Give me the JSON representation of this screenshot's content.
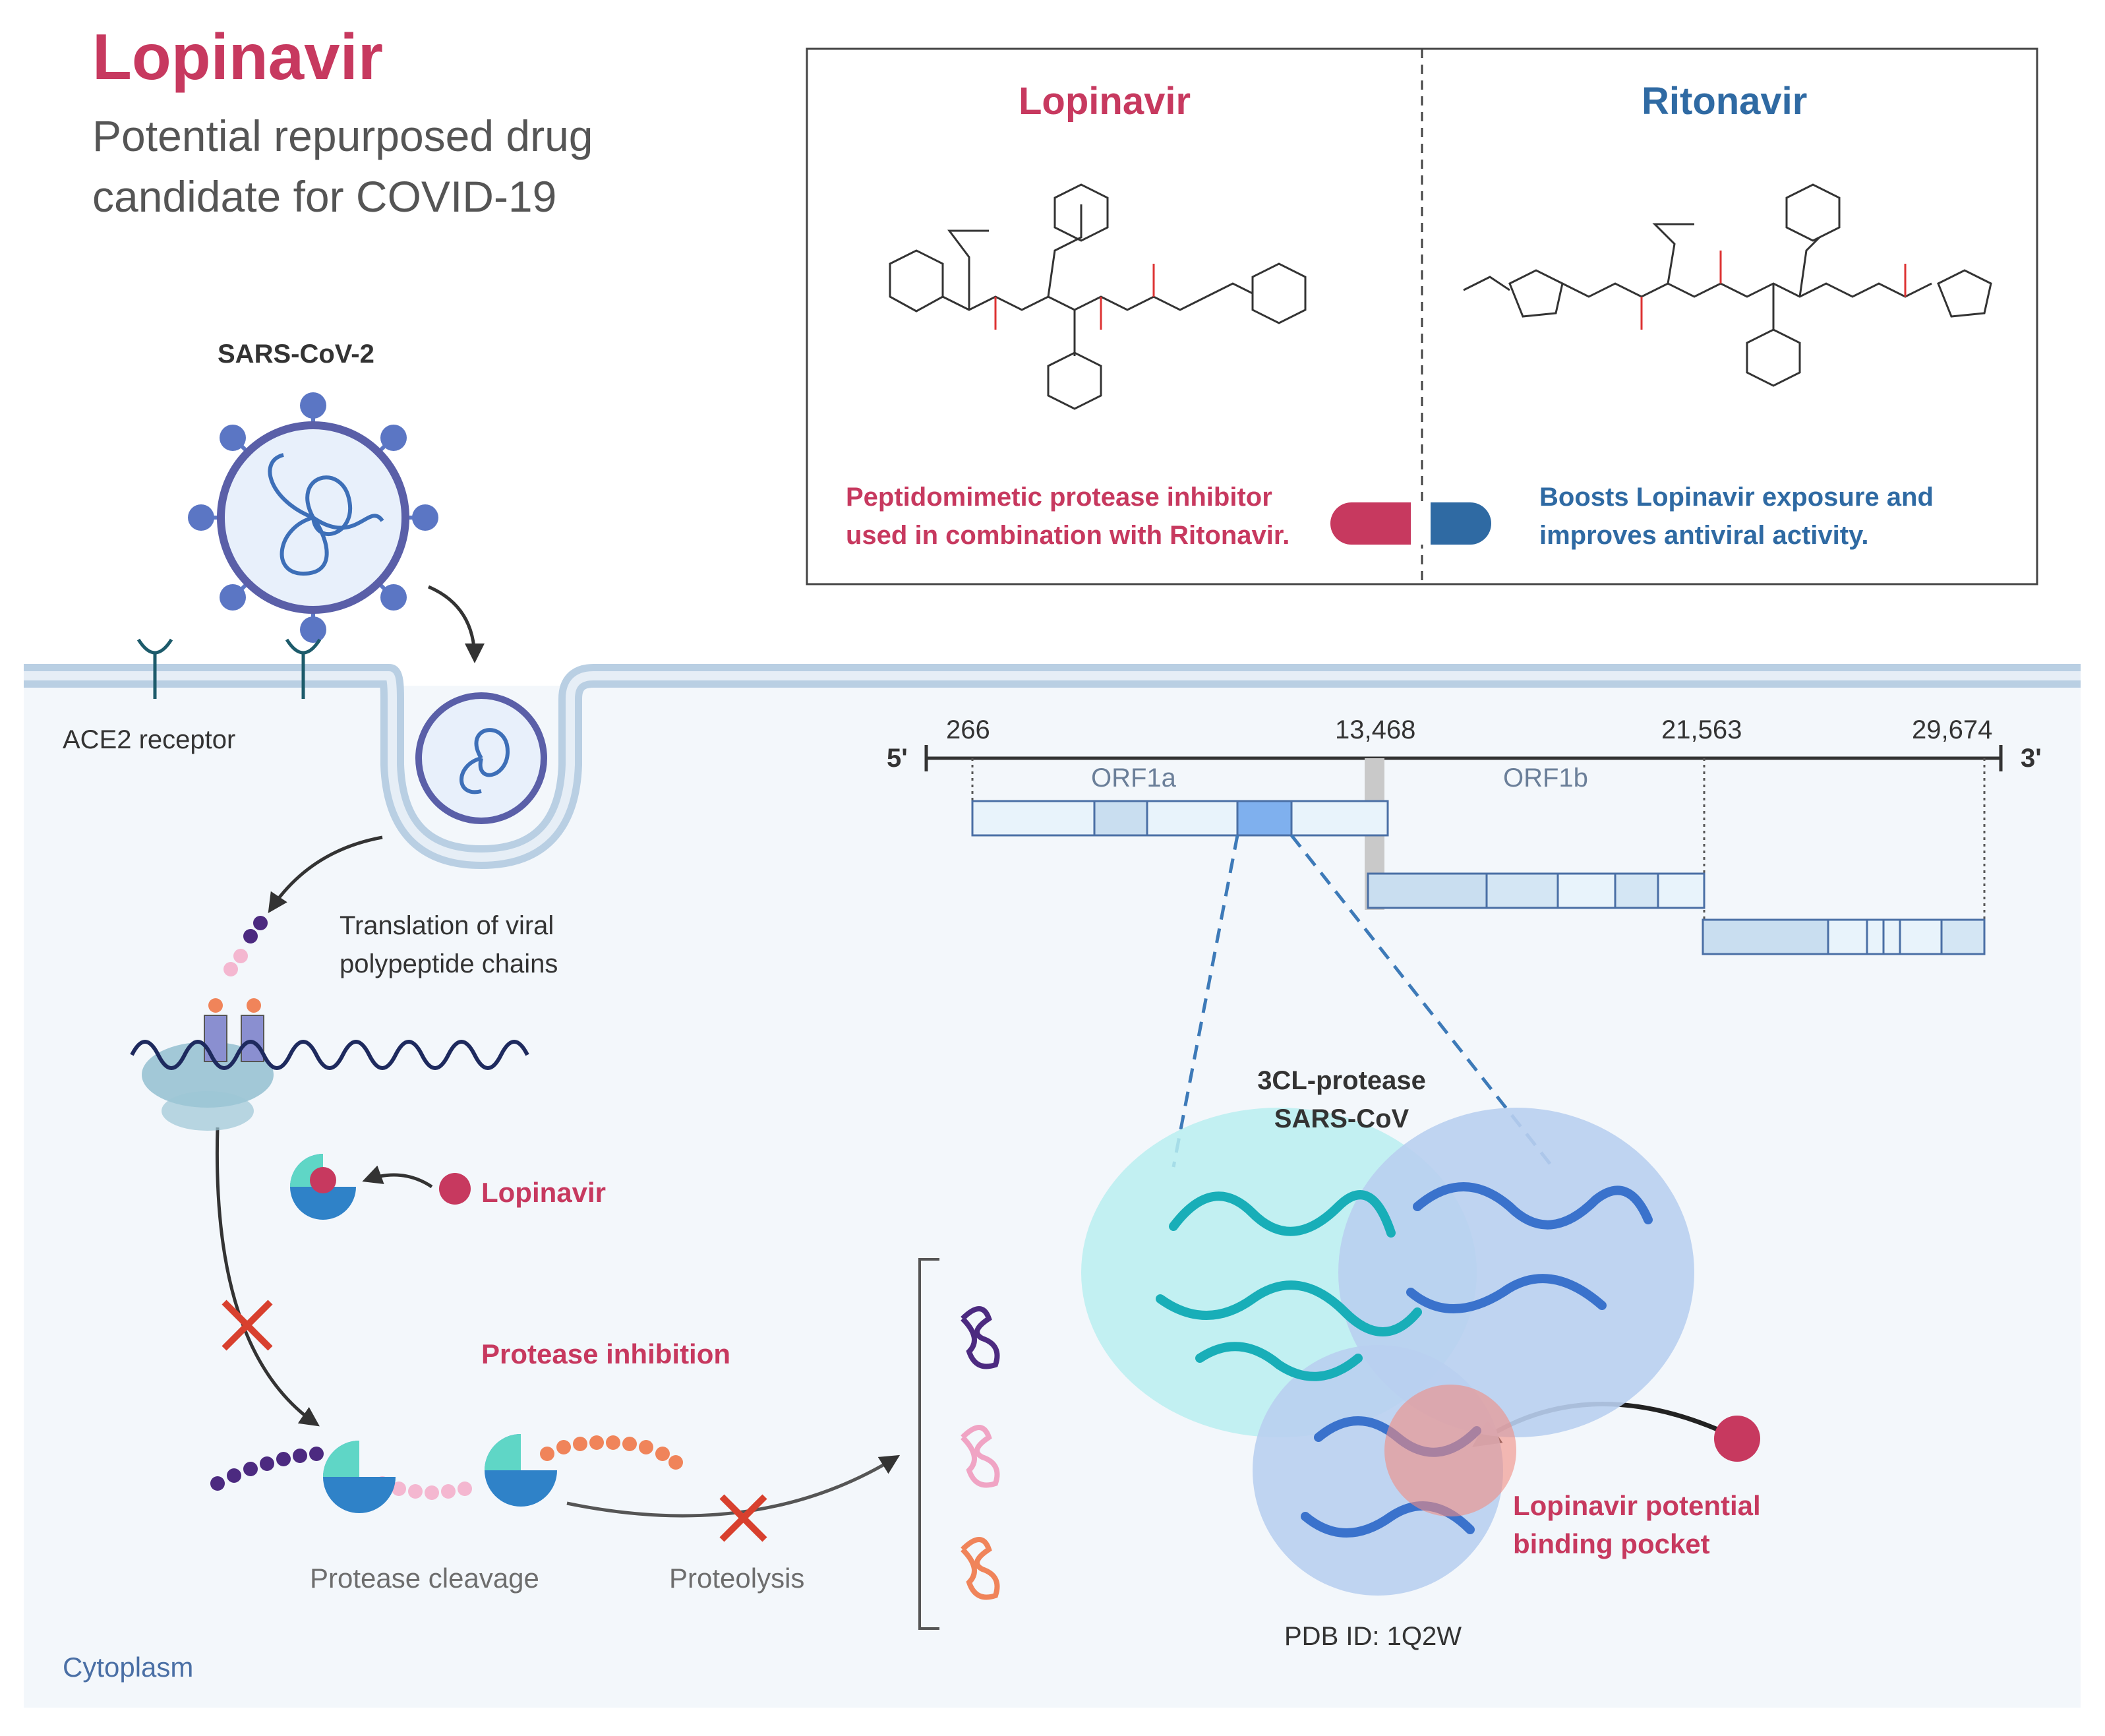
{
  "header": {
    "title": "Lopinavir",
    "subtitle": "Potential repurposed drug candidate for COVID-19"
  },
  "drugs_panel": {
    "lopinavir": {
      "name": "Lopinavir",
      "description": "Peptidomimetic protease inhibitor used in combination with Ritonavir.",
      "color": "#c7395f"
    },
    "ritonavir": {
      "name": "Ritonavir",
      "description": "Boosts Lopinavir exposure and improves antiviral activity.",
      "color": "#2f6aa3"
    }
  },
  "virus": {
    "name": "SARS-CoV-2",
    "receptor_label": "ACE2 receptor"
  },
  "genome": {
    "five_prime": "5'",
    "three_prime": "3'",
    "positions": [
      "266",
      "13,468",
      "21,563",
      "29,674"
    ],
    "orf1a": "ORF1a",
    "orf1b": "ORF1b"
  },
  "pathway": {
    "translation": "Translation of viral polypeptide chains",
    "lopinavir": "Lopinavir",
    "protease_inhibition": "Protease inhibition",
    "protease_cleavage": "Protease cleavage",
    "proteolysis": "Proteolysis",
    "cytoplasm": "Cytoplasm"
  },
  "protein": {
    "name": "3CL-protease SARS-CoV",
    "pocket": "Lopinavir potential binding pocket",
    "pdb": "PDB ID: 1Q2W"
  },
  "colors": {
    "accent_red": "#c7395f",
    "accent_blue": "#2f6aa3",
    "cytoplasm_bg": "#f3f7fb",
    "membrane": "#b9cfe3",
    "protease_cyan": "#2fc4cc",
    "protease_blue": "#5b8fd8"
  }
}
